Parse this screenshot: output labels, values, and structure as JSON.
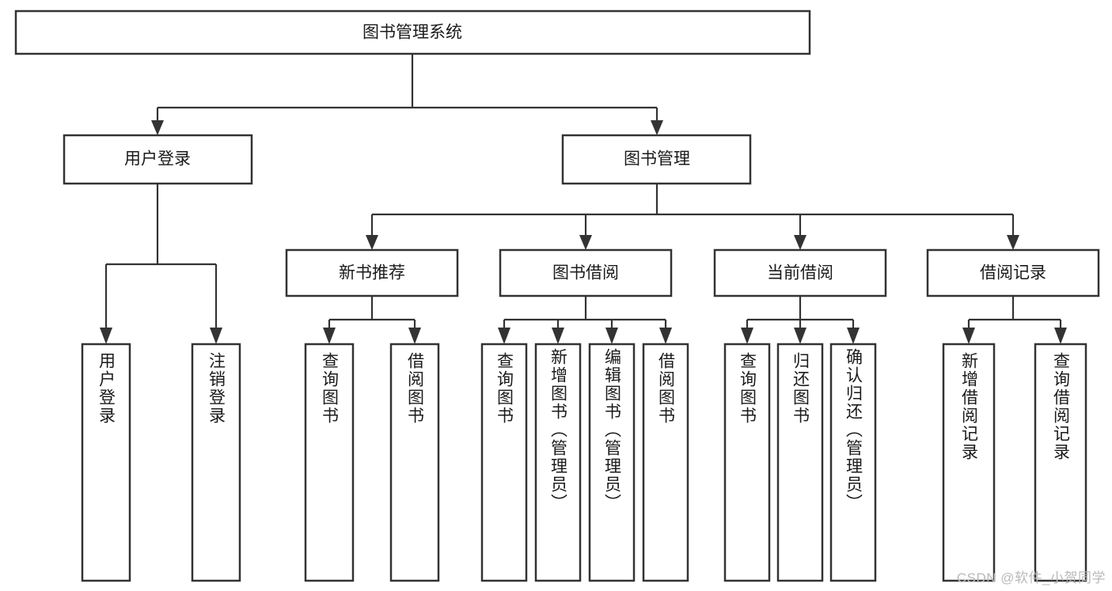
{
  "diagram": {
    "title": "图书管理系统",
    "type": "tree-hierarchy-chart",
    "watermark": "CSDN @软件_小贺同学",
    "colors": {
      "box_stroke": "#333333",
      "box_fill": "#ffffff",
      "connector": "#333333",
      "text": "#1a1a1a",
      "background": "#ffffff",
      "watermark": "#b9b9b9"
    },
    "root": {
      "label": "图书管理系统"
    },
    "level2": [
      {
        "label": "用户登录"
      },
      {
        "label": "图书管理"
      }
    ],
    "level3": [
      {
        "label": "新书推荐"
      },
      {
        "label": "图书借阅"
      },
      {
        "label": "当前借阅"
      },
      {
        "label": "借阅记录"
      }
    ],
    "leaves": {
      "user_login": [
        {
          "label": "用户登录"
        },
        {
          "label": "注销登录"
        }
      ],
      "new_book_recommend": [
        {
          "label": "查询图书"
        },
        {
          "label": "借阅图书"
        }
      ],
      "book_borrow": [
        {
          "label": "查询图书"
        },
        {
          "label": "新增图书（管理员）"
        },
        {
          "label": "编辑图书（管理员）"
        },
        {
          "label": "借阅图书"
        }
      ],
      "current_borrow": [
        {
          "label": "查询图书"
        },
        {
          "label": "归还图书"
        },
        {
          "label": "确认归还（管理员）"
        }
      ],
      "borrow_record": [
        {
          "label": "新增借阅记录"
        },
        {
          "label": "查询借阅记录"
        }
      ]
    }
  }
}
